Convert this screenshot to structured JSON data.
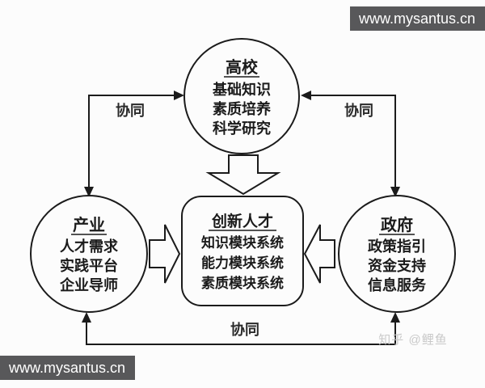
{
  "banners": {
    "top_right": "www.mysantus.cn",
    "bottom_left": "www.mysantus.cn"
  },
  "watermark": "知乎 @鲤鱼",
  "diagram": {
    "university": {
      "title": "高校",
      "items": [
        "基础知识",
        "素质培养",
        "科学研究"
      ]
    },
    "industry": {
      "title": "产业",
      "items": [
        "人才需求",
        "实践平台",
        "企业导师"
      ]
    },
    "government": {
      "title": "政府",
      "items": [
        "政策指引",
        "资金支持",
        "信息服务"
      ]
    },
    "talent": {
      "title": "创新人才",
      "items": [
        "知识模块系统",
        "能力模块系统",
        "素质模块系统"
      ]
    },
    "synergy_labels": {
      "left": "协同",
      "right": "协同",
      "bottom": "协同"
    }
  },
  "colors": {
    "background": "#fcfcfc",
    "line": "#1b1b1b",
    "banner_bg": "#58585a",
    "banner_text": "#ffffff",
    "watermark_text": "#c9c9c9"
  }
}
